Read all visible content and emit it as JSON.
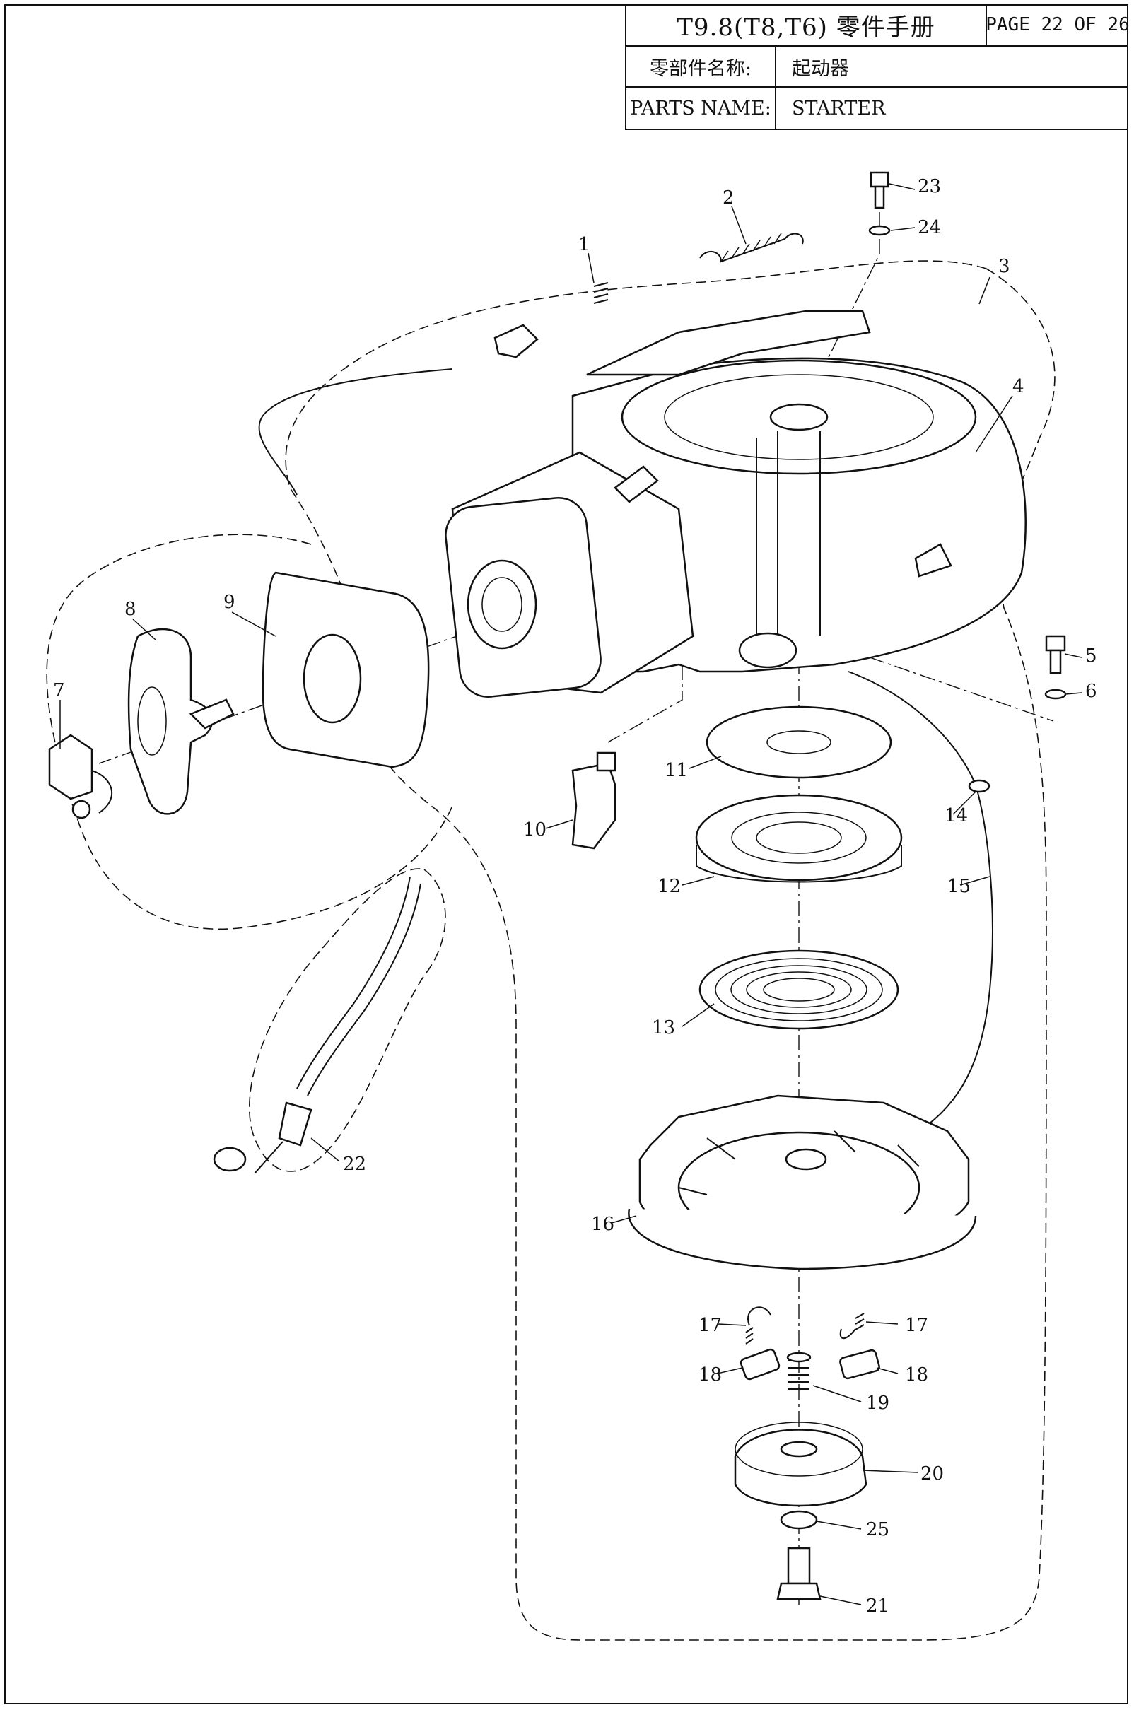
{
  "header": {
    "title": "T9.8(T8,T6) 零件手册",
    "page": "PAGE 22 OF 26",
    "cn_label": "零部件名称:",
    "cn_value": "起动器",
    "en_label": "PARTS NAME:",
    "en_value": "STARTER"
  },
  "callouts": {
    "p1": "1",
    "p2": "2",
    "p3": "3",
    "p4": "4",
    "p5": "5",
    "p6": "6",
    "p7": "7",
    "p8": "8",
    "p9": "9",
    "p10": "10",
    "p11": "11",
    "p12": "12",
    "p13": "13",
    "p14": "14",
    "p15": "15",
    "p16": "16",
    "p17a": "17",
    "p17b": "17",
    "p18a": "18",
    "p18b": "18",
    "p19": "19",
    "p20": "20",
    "p21": "21",
    "p22": "22",
    "p23": "23",
    "p24": "24",
    "p25": "25"
  }
}
